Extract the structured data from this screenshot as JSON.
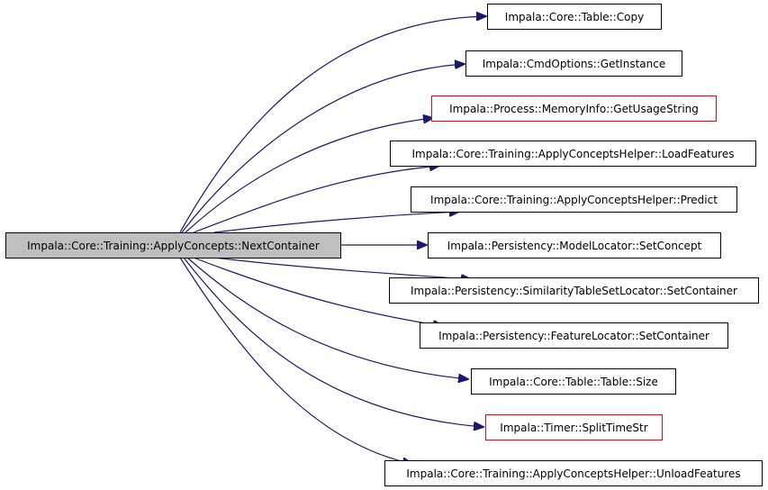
{
  "graph": {
    "source": {
      "label": "Impala::Core::Training::ApplyConcepts::NextContainer",
      "fill": "#bfbfbf"
    },
    "edge_color": "#191970",
    "targets": [
      {
        "label": "Impala::Core::Table::Copy",
        "border": "#000000"
      },
      {
        "label": "Impala::CmdOptions::GetInstance",
        "border": "#000000"
      },
      {
        "label": "Impala::Process::MemoryInfo::GetUsageString",
        "border": "#ff0000"
      },
      {
        "label": "Impala::Core::Training::ApplyConceptsHelper::LoadFeatures",
        "border": "#000000"
      },
      {
        "label": "Impala::Core::Training::ApplyConceptsHelper::Predict",
        "border": "#000000"
      },
      {
        "label": "Impala::Persistency::ModelLocator::SetConcept",
        "border": "#000000"
      },
      {
        "label": "Impala::Persistency::SimilarityTableSetLocator::SetContainer",
        "border": "#000000"
      },
      {
        "label": "Impala::Persistency::FeatureLocator::SetContainer",
        "border": "#000000"
      },
      {
        "label": "Impala::Core::Table::Table::Size",
        "border": "#000000"
      },
      {
        "label": "Impala::Timer::SplitTimeStr",
        "border": "#ff0000"
      },
      {
        "label": "Impala::Core::Training::ApplyConceptsHelper::UnloadFeatures",
        "border": "#000000"
      }
    ]
  }
}
